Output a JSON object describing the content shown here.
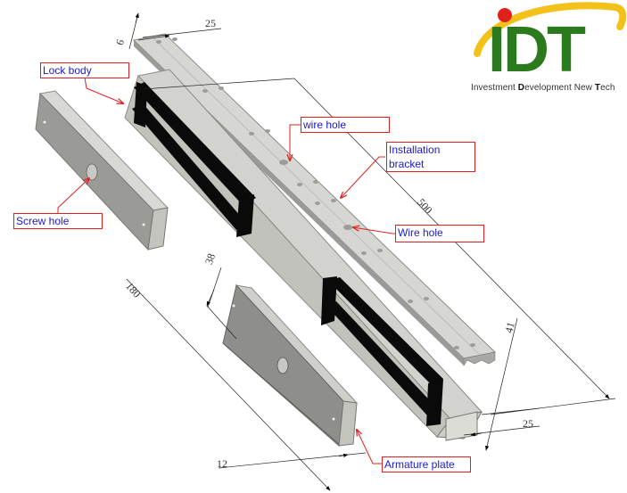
{
  "logo": {
    "mark": "IDT",
    "tagline_parts": [
      "Investment ",
      "D",
      "evelopment New ",
      "T",
      "ech"
    ],
    "colors": {
      "green": "#2b7a1e",
      "yellow": "#f2c21b",
      "red": "#e0201b"
    }
  },
  "callouts": {
    "lock_body": "Lock body",
    "screw_hole": "Screw hole",
    "wire_hole_top": "wire hole",
    "installation_bracket_line1": "Installation",
    "installation_bracket_line2": "bracket",
    "wire_hole_bottom": "Wire hole",
    "armature_plate": "Armature plate"
  },
  "dimensions": {
    "bracket_width": "25",
    "bracket_thickness": "6",
    "lock_length": "500",
    "plate_length": "180",
    "plate_width": "38",
    "plate_thickness": "12",
    "lock_height": "41",
    "lock_width": "25"
  },
  "colors": {
    "callout_border": "#e02020",
    "callout_text": "#1a1ad0",
    "metal_light": "#d8d8d4",
    "metal_mid": "#b8b8b2",
    "metal_dark": "#8a8a86",
    "plate_face": "#9a9a96",
    "coil_black": "#0a0a0a"
  }
}
